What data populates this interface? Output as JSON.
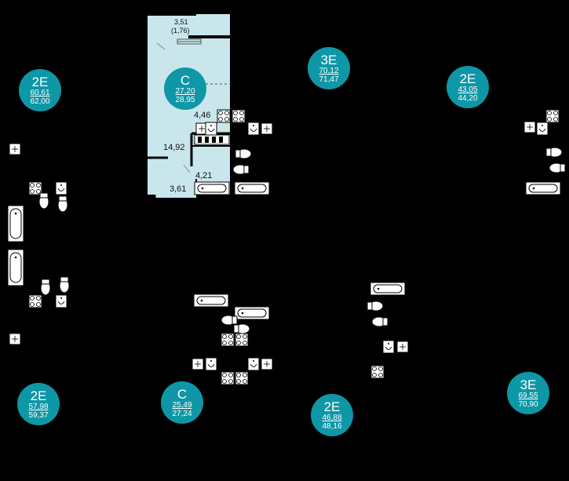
{
  "colors": {
    "background": "#000000",
    "highlight_fill": "#c9e6ec",
    "badge": "#0e97a6",
    "fixture": "#ffffff"
  },
  "highlighted_unit": {
    "balcony_area": "3,51",
    "balcony_area_reduced": "(1,76)",
    "rooms": {
      "living": "14,92",
      "kitchen": "4,46",
      "bath": "4,21",
      "hall": "3,61"
    }
  },
  "apartments": [
    {
      "type": "2E",
      "area_living": "60,61",
      "area_total": "62,00"
    },
    {
      "type": "C",
      "area_living": "27,20",
      "area_total": "28,95"
    },
    {
      "type": "3E",
      "area_living": "70,12",
      "area_total": "71,47"
    },
    {
      "type": "2E",
      "area_living": "43,05",
      "area_total": "44,20"
    },
    {
      "type": "2E",
      "area_living": "57,98",
      "area_total": "59,37"
    },
    {
      "type": "C",
      "area_living": "25,49",
      "area_total": "27,24"
    },
    {
      "type": "2E",
      "area_living": "46,88",
      "area_total": "48,16"
    },
    {
      "type": "3E",
      "area_living": "69,55",
      "area_total": "70,90"
    }
  ]
}
